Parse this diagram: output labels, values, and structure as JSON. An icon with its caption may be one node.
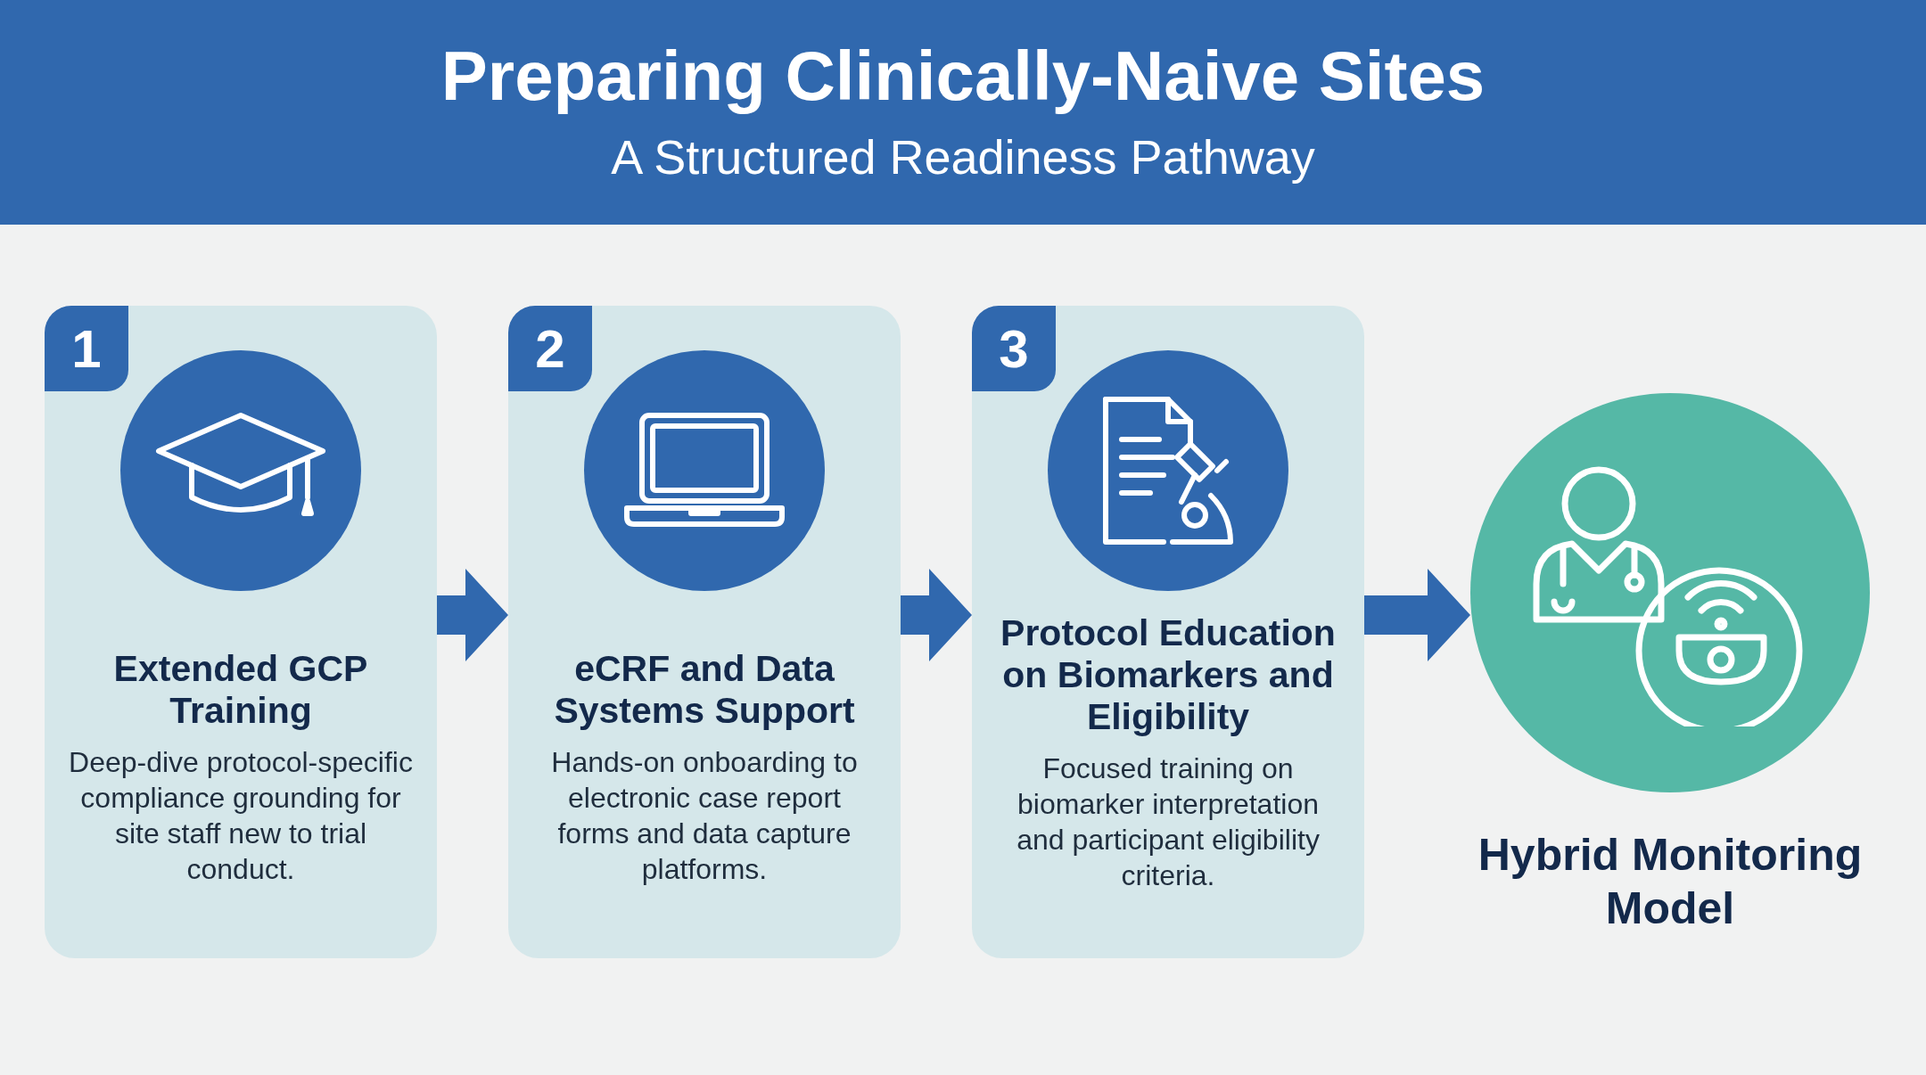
{
  "diagram": {
    "title": "Preparing Clinically-Naive Sites",
    "nodes": [
      {
        "text": [
          "Extended GCP Training",
          "Deep-dive protocol-specific compliance grounding for site staff new to trial conduct."
        ]
      },
      {
        "text": [
          "1"
        ],
        "in": 0
      },
      {
        "text": [
          "eCRF and Data Systems Support",
          "Hands-on onboarding to electronic case report forms and data capture platforms."
        ]
      },
      {
        "text": [
          "2"
        ],
        "in": 2
      },
      {
        "text": [
          "Protocol Education on Biomarkers and Eligibility",
          "Focused training on biomarker interpretation and participant eligibility criteria."
        ]
      },
      {
        "text": [
          "3"
        ],
        "in": 4
      },
      {
        "text": [
          "Hybrid Monitoring Model"
        ]
      }
    ],
    "edges": [
      {
        "from": 0,
        "to": 2,
        "arrow": "to",
        "style": "thick"
      },
      {
        "from": 2,
        "to": 4,
        "arrow": "to",
        "style": "thick"
      },
      {
        "from": 4,
        "to": 6,
        "arrow": "to",
        "style": "thick"
      }
    ],
    "labels": [
      "A Structured Readiness Pathway"
    ]
  }
}
